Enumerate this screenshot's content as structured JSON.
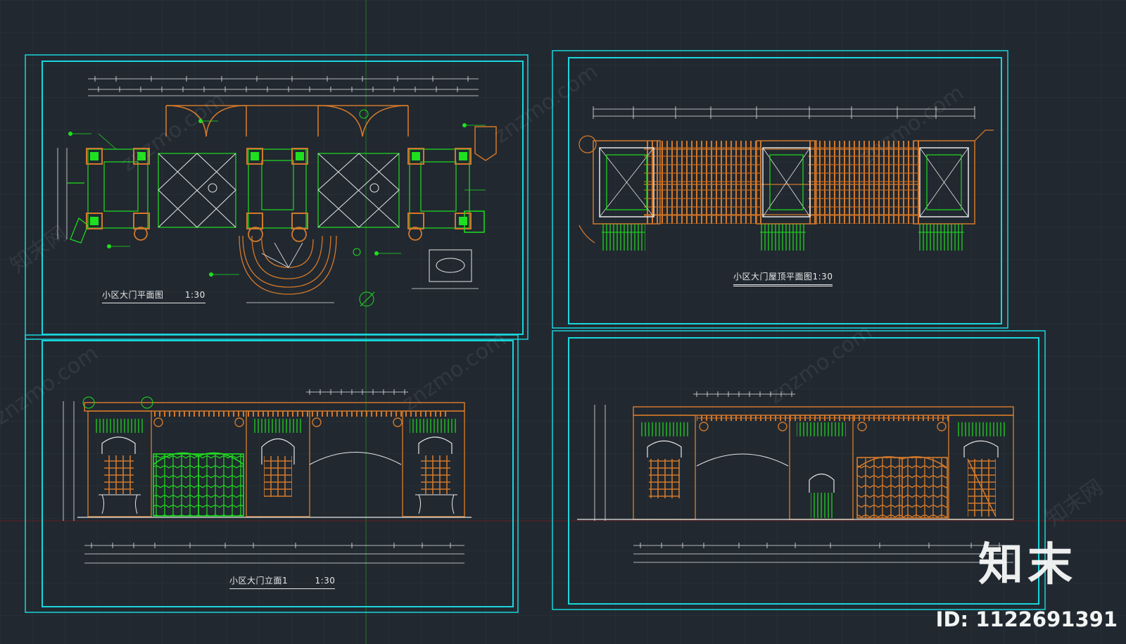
{
  "sheets": {
    "plan": {
      "title": "小区大门平面图",
      "scale": "1:30"
    },
    "roof": {
      "title": "小区大门屋顶平面图1:30"
    },
    "elev1": {
      "title": "小区大门立面1",
      "scale": "1:30"
    }
  },
  "watermark": {
    "logo": "知末",
    "id": "ID: 1122691391",
    "site": "znzmo.com",
    "brand": "知末网"
  },
  "colors": {
    "background": "#212830",
    "frame": "#19d6dc",
    "line": "#1ee01e",
    "wood": "#d2782a",
    "dim": "#e6e6e6"
  }
}
